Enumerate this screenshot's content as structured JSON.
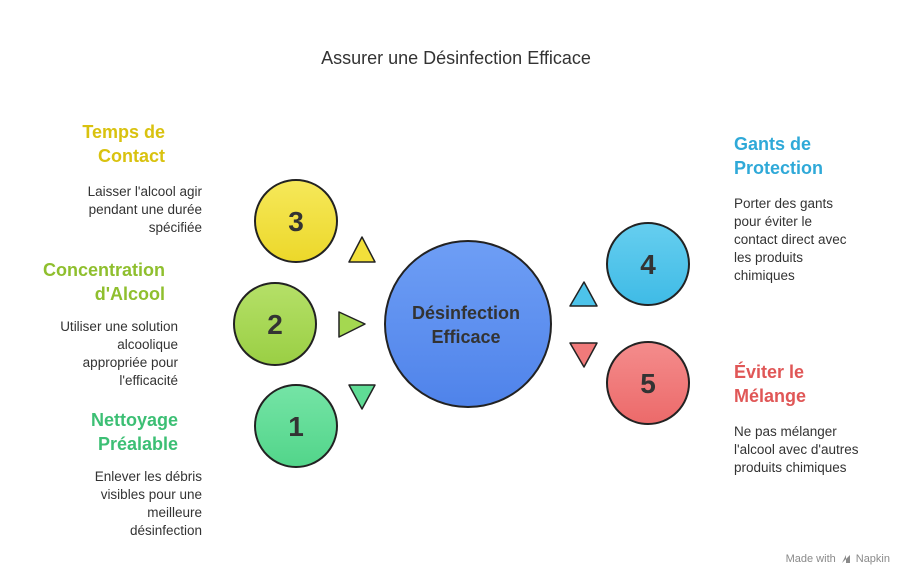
{
  "title": "Assurer une Désinfection Efficace",
  "center": {
    "line1": "Désinfection",
    "line2": "Efficace",
    "color": "#5b8ef0"
  },
  "items": [
    {
      "number": "3",
      "heading": "Temps de\nContact",
      "description": "Laisser l'alcool agir\npendant une durée\nspécifiée",
      "color": "#f2e03a",
      "text_color": "#d9c20f"
    },
    {
      "number": "2",
      "heading": "Concentration\nd'Alcool",
      "description": "Utiliser une solution\nalcoolique\nappropriée pour\nl'efficacité",
      "color": "#a4d850",
      "text_color": "#8fbf2e"
    },
    {
      "number": "1",
      "heading": "Nettoyage\nPréalable",
      "description": "Enlever les débris\nvisibles pour une\nmeilleure\ndésinfection",
      "color": "#5fdc95",
      "text_color": "#3cbf74"
    },
    {
      "number": "4",
      "heading": "Gants de\nProtection",
      "description": "Porter des gants\npour éviter le\ncontact direct avec\nles produits\nchimiques",
      "color": "#4dc3ea",
      "text_color": "#2fa9d8"
    },
    {
      "number": "5",
      "heading": "Éviter le\nMélange",
      "description": "Ne pas mélanger\nl'alcool avec d'autres\nproduits chimiques",
      "color": "#f07a7a",
      "text_color": "#e05757"
    }
  ],
  "footer": {
    "made_with": "Made with",
    "brand": "Napkin"
  }
}
